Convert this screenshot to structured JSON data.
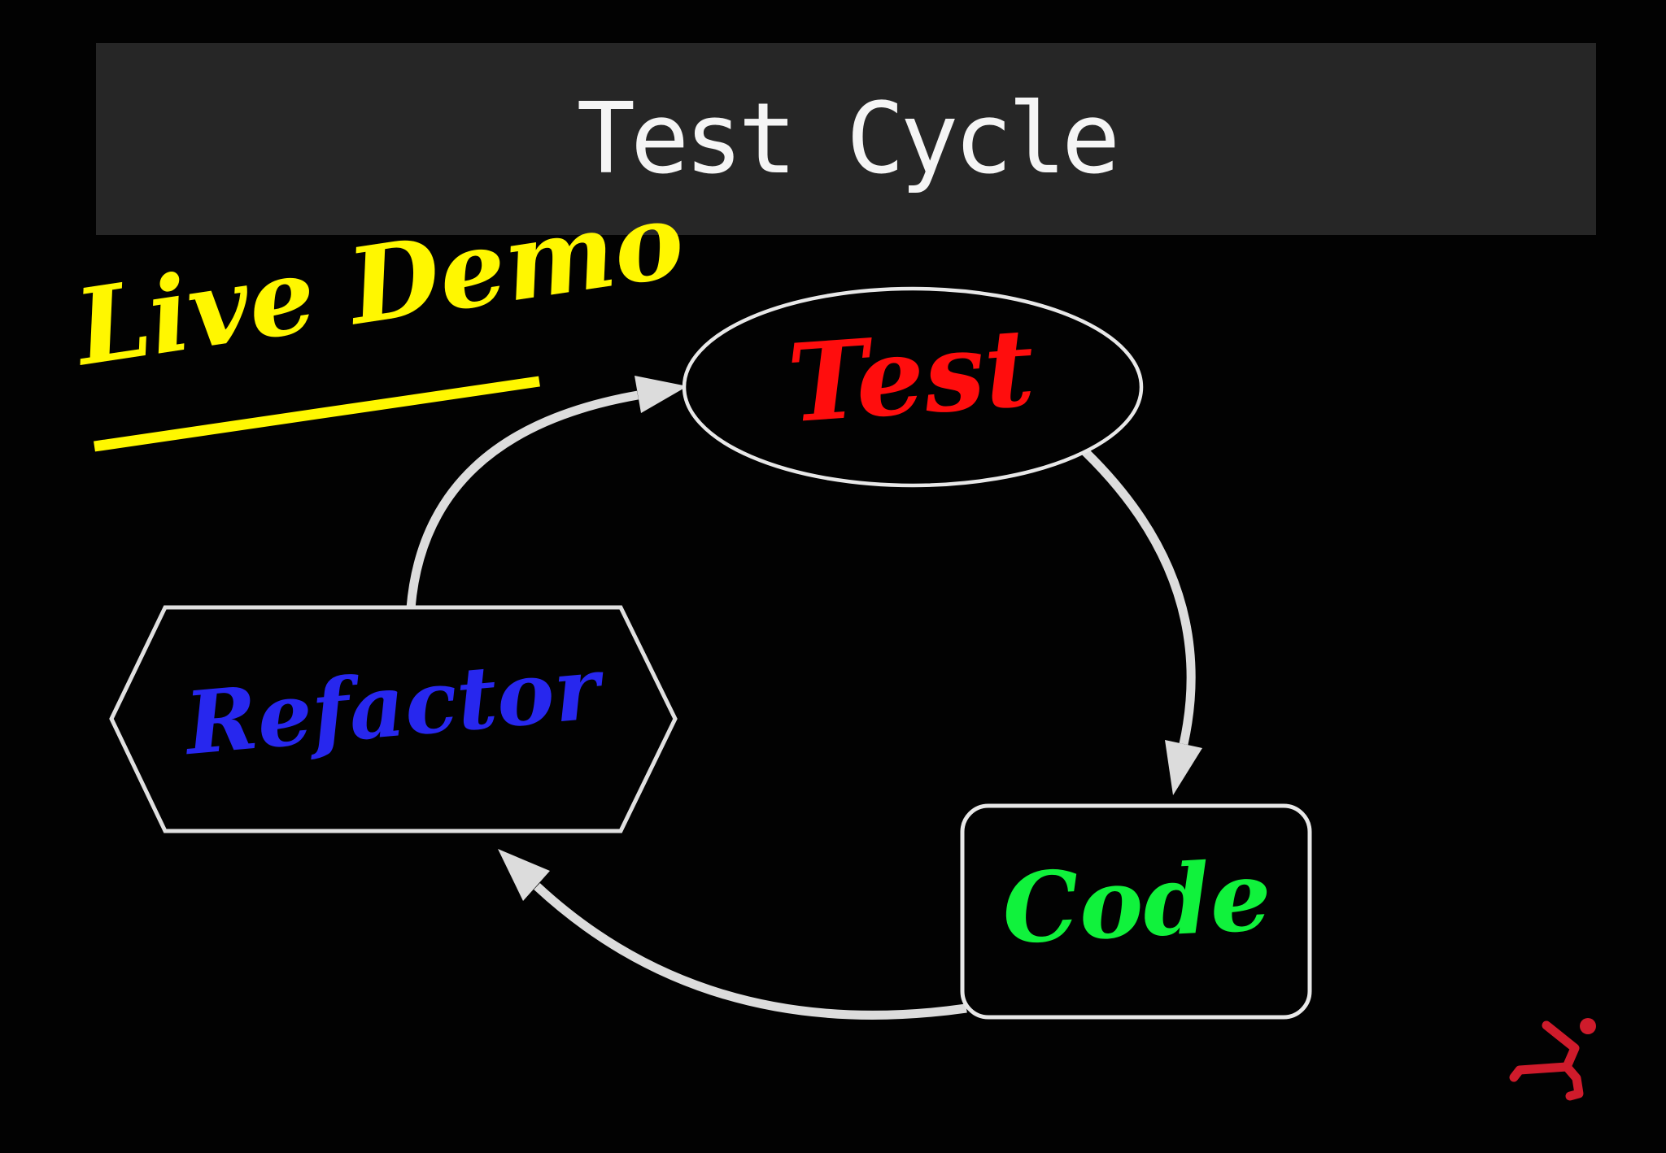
{
  "title_bar": {
    "title": "Test Cycle",
    "background": "#262626",
    "text_color": "#f5f5f5"
  },
  "annotation": {
    "label": "Live Demo",
    "color": "#fff700",
    "underlined": true
  },
  "diagram": {
    "type": "cycle-diagram",
    "background": "#020202",
    "arrow_color": "#dcdcdc",
    "nodes": {
      "test": {
        "label": "Test",
        "shape": "ellipse",
        "text_color": "#ff0d0d",
        "outline_color": "#e8e8e8"
      },
      "code": {
        "label": "Code",
        "shape": "rounded-rectangle",
        "text_color": "#10f23c",
        "outline_color": "#e8e8e8"
      },
      "refactor": {
        "label": "Refactor",
        "shape": "hexagon",
        "text_color": "#2727ee",
        "outline_color": "#e0e0e0"
      }
    },
    "edges": [
      {
        "from": "Test",
        "to": "Code"
      },
      {
        "from": "Code",
        "to": "Refactor"
      },
      {
        "from": "Refactor",
        "to": "Test"
      }
    ]
  },
  "logo": {
    "name": "running-figure",
    "color": "#cf1b2b"
  }
}
